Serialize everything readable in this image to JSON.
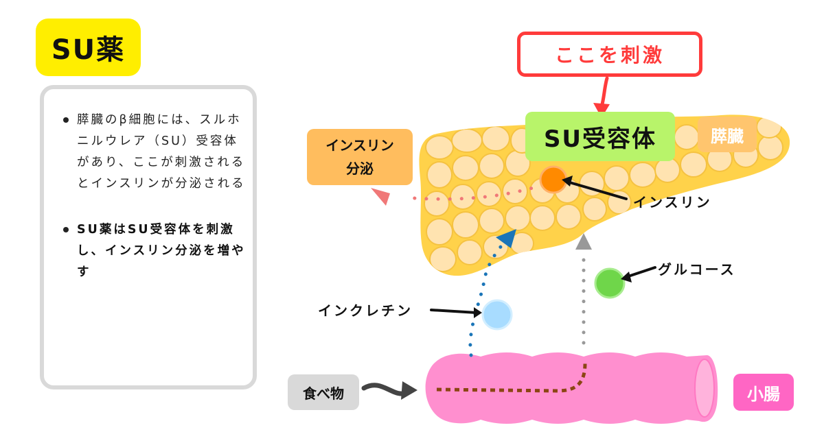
{
  "title": "SU薬",
  "info": {
    "point1": "膵臓のβ細胞には、スルホニルウレア（SU）受容体があり、ここが刺激されるとインスリンが分泌される",
    "point2": "SU薬はSU受容体を刺激し、インスリン分泌を増やす"
  },
  "diagram": {
    "callout": "ここを刺激",
    "receptor_label": "SU受容体",
    "pancreas_label": "膵臓",
    "secretion_label_line1": "インスリン",
    "secretion_label_line2": "分泌",
    "insulin_label": "インスリン",
    "glucose_label": "グルコース",
    "incretin_label": "インクレチン",
    "food_label": "食べ物",
    "intestine_label": "小腸"
  },
  "colors": {
    "title_bg": "#ffee00",
    "callout_border": "#ff3b3b",
    "receptor_bg": "#b8f46a",
    "pancreas_fill": "#ffd24a",
    "pancreas_cell": "#ffe3b0",
    "intestine_fill": "#ff8fcf",
    "insulin_dot": "#ff8a00",
    "glucose_dot": "#6fd64a",
    "incretin_dot": "#a8dcff",
    "insulin_path": "#f07878",
    "incretin_path": "#1a75b8",
    "glucose_path": "#999999",
    "food_path": "#8b4513"
  },
  "icons": [
    "arrow-right-icon",
    "triangle-arrow-icon"
  ]
}
